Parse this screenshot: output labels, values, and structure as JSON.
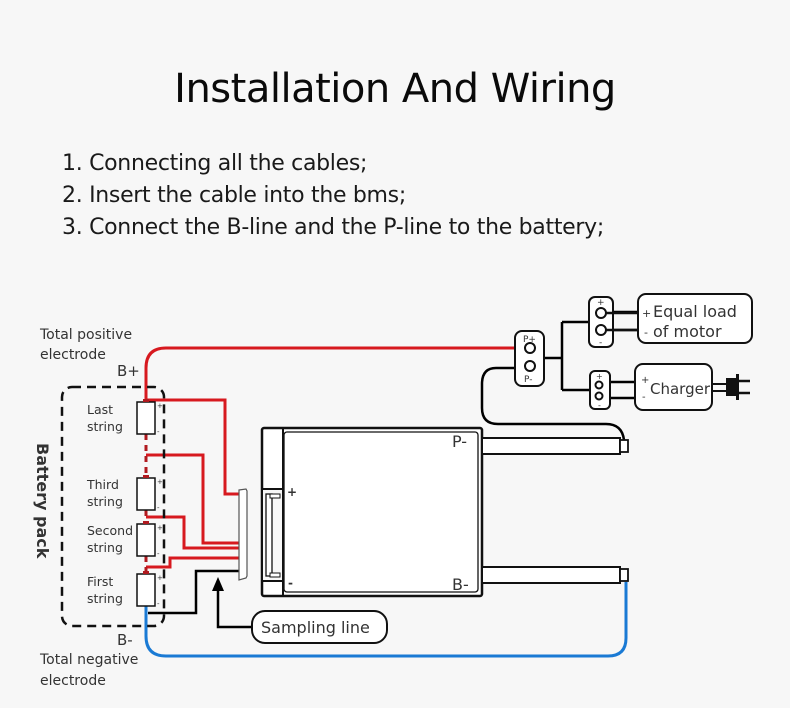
{
  "title": "Installation And Wiring",
  "steps": [
    "1. Connecting all the cables;",
    "2. Insert the cable into the bms;",
    "3. Connect the B-line and the P-line to the battery;"
  ],
  "diagram": {
    "colors": {
      "positive_wire": "#d7191f",
      "negative_wire": "#1a7ad4",
      "signal_wire": "#000000"
    },
    "battery_pack": {
      "label": "Battery pack",
      "positive_terminal": "B+",
      "negative_terminal": "B-",
      "total_positive": [
        "Total positive",
        "electrode"
      ],
      "total_negative": [
        "Total negative",
        "electrode"
      ],
      "strings": [
        {
          "line1": "Last",
          "line2": "string"
        },
        {
          "line1": "Third",
          "line2": "string"
        },
        {
          "line1": "Second",
          "line2": "string"
        },
        {
          "line1": "First",
          "line2": "string"
        }
      ],
      "cell_plus": "+",
      "cell_minus": "-"
    },
    "bms": {
      "p_minus_label": "P-",
      "b_minus_label": "B-",
      "plus_label": "+",
      "minus_label": "-"
    },
    "sampling_line": "Sampling line",
    "output_connector": {
      "p_plus": "P+",
      "p_minus": "P-"
    },
    "load": {
      "line1": "Equal load",
      "line2": "of motor",
      "plus": "+",
      "minus": "-"
    },
    "charger": {
      "label": "Charger",
      "plus": "+",
      "minus": "-"
    }
  }
}
